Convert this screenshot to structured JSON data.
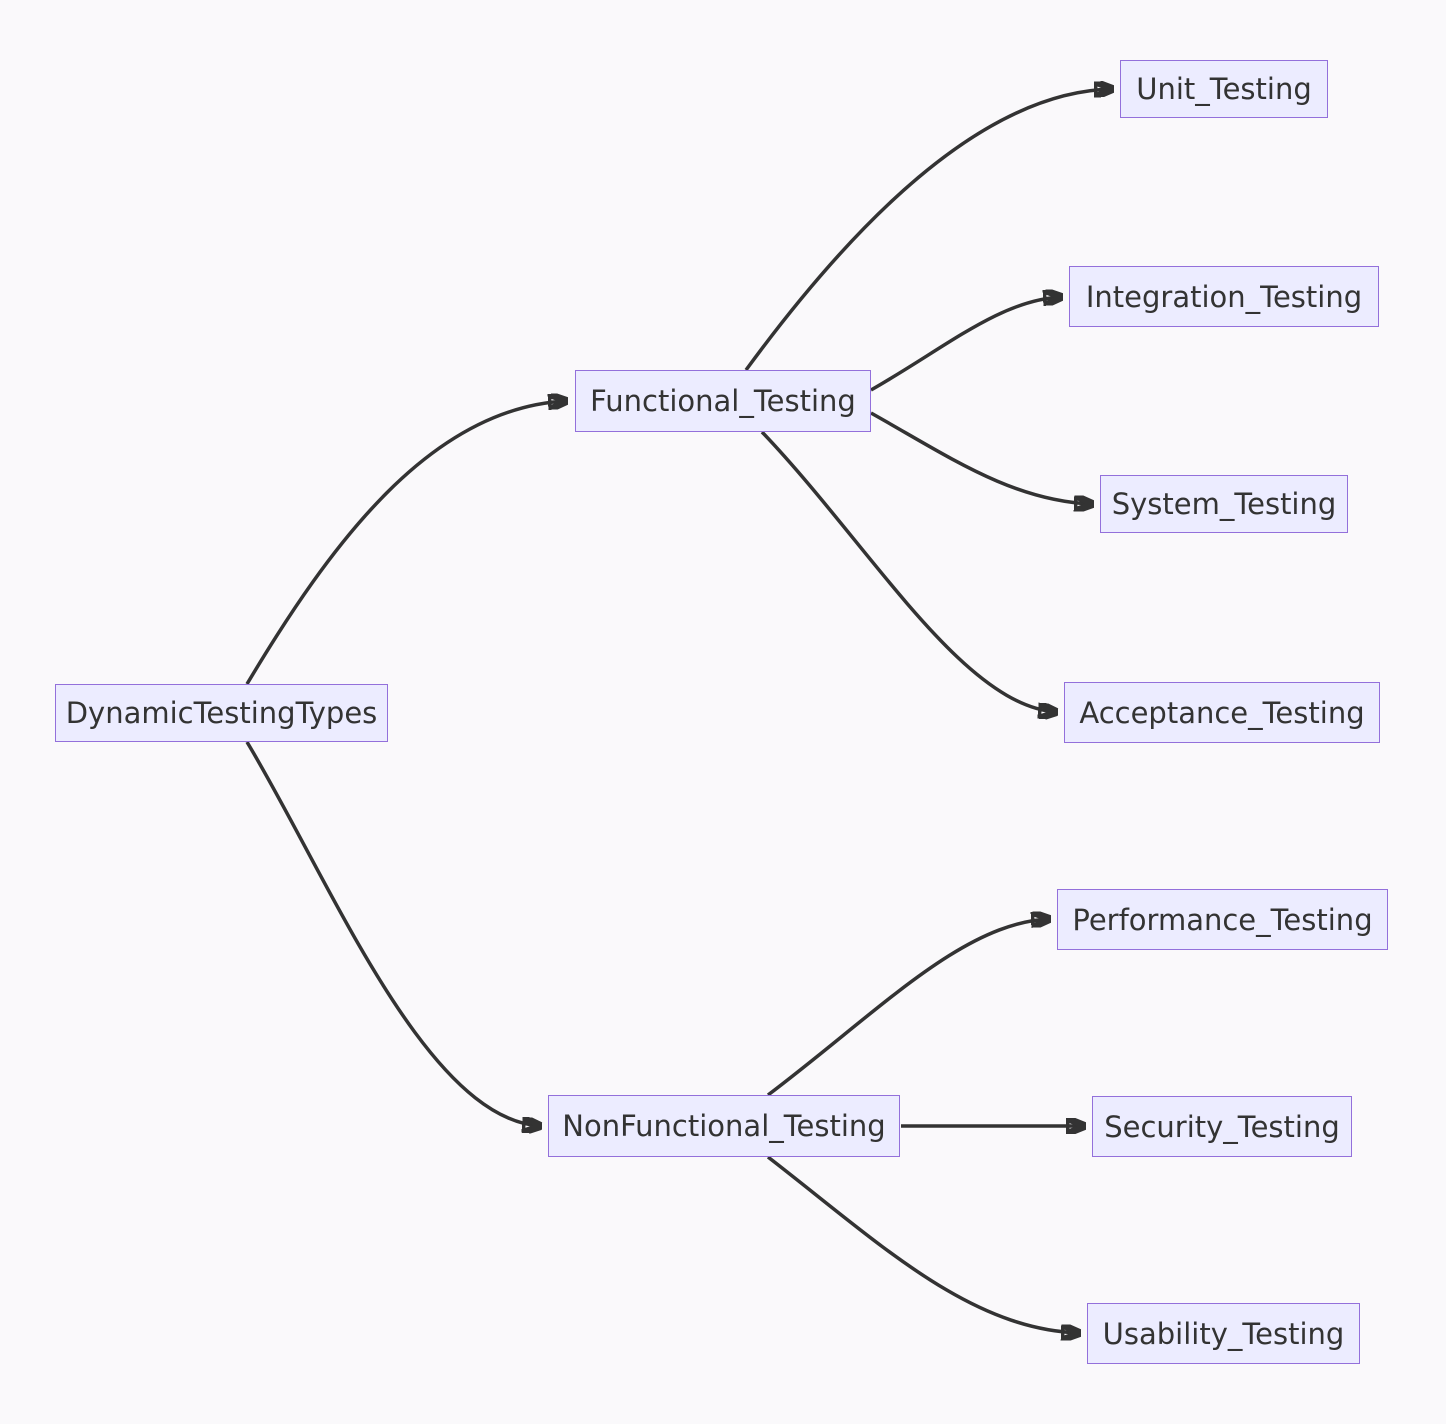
{
  "diagram": {
    "type": "flowchart",
    "direction": "LR",
    "nodes": {
      "root": {
        "label": "DynamicTestingTypes"
      },
      "functional": {
        "label": "Functional_Testing"
      },
      "nonfunctional": {
        "label": "NonFunctional_Testing"
      },
      "unit": {
        "label": "Unit_Testing"
      },
      "integration": {
        "label": "Integration_Testing"
      },
      "system": {
        "label": "System_Testing"
      },
      "acceptance": {
        "label": "Acceptance_Testing"
      },
      "performance": {
        "label": "Performance_Testing"
      },
      "security": {
        "label": "Security_Testing"
      },
      "usability": {
        "label": "Usability_Testing"
      }
    },
    "edges": [
      {
        "from": "DynamicTestingTypes",
        "to": "Functional_Testing"
      },
      {
        "from": "DynamicTestingTypes",
        "to": "NonFunctional_Testing"
      },
      {
        "from": "Functional_Testing",
        "to": "Unit_Testing"
      },
      {
        "from": "Functional_Testing",
        "to": "Integration_Testing"
      },
      {
        "from": "Functional_Testing",
        "to": "System_Testing"
      },
      {
        "from": "Functional_Testing",
        "to": "Acceptance_Testing"
      },
      {
        "from": "NonFunctional_Testing",
        "to": "Performance_Testing"
      },
      {
        "from": "NonFunctional_Testing",
        "to": "Security_Testing"
      },
      {
        "from": "NonFunctional_Testing",
        "to": "Usability_Testing"
      }
    ],
    "colors": {
      "node_fill": "#ECECFF",
      "node_border": "#9370DB",
      "edge": "#333333",
      "text": "#333333",
      "background": "#faf9fb"
    }
  }
}
